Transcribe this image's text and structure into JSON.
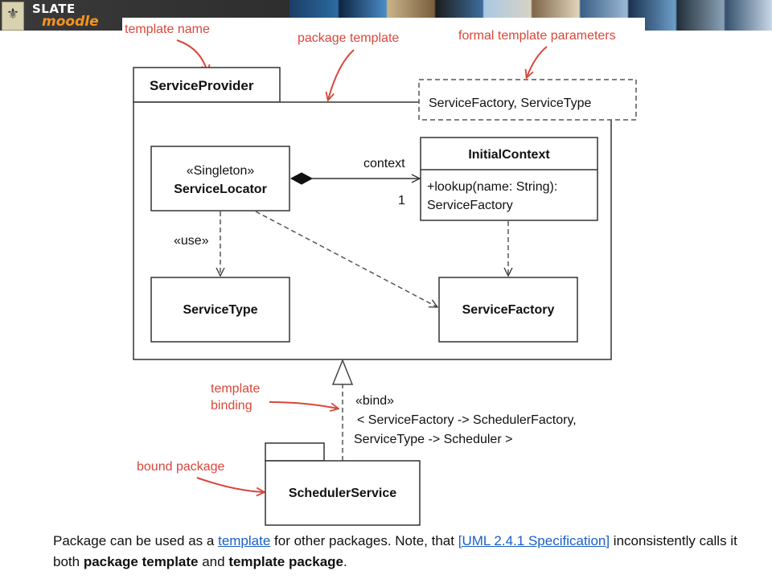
{
  "banner": {
    "logo_top": "SLATE",
    "logo_bottom": "moodle",
    "emblem_icon": "slate-emblem-icon"
  },
  "annotations": {
    "template_name": "template name",
    "package_template": "package template",
    "formal_template_parameters": "formal template parameters",
    "template_binding_line1": "template",
    "template_binding_line2": "binding",
    "bound_package": "bound package"
  },
  "diagram": {
    "package_name": "ServiceProvider",
    "template_parameters": "ServiceFactory, ServiceType",
    "service_locator": {
      "stereotype": "«Singleton»",
      "name": "ServiceLocator"
    },
    "initial_context": {
      "name": "InitialContext",
      "operation_line1": "+lookup(name: String):",
      "operation_line2": "ServiceFactory"
    },
    "service_type": "ServiceType",
    "service_factory": "ServiceFactory",
    "assoc_role": "context",
    "assoc_multiplicity": "1",
    "use_label": "«use»",
    "bind_label": "«bind»",
    "bind_line1": "< ServiceFactory -> SchedulerFactory,",
    "bind_line2": "ServiceType -> Scheduler >",
    "bound_package_name": "SchedulerService"
  },
  "caption": {
    "part1": "Package can be used as a ",
    "link1": "template",
    "part2": " for other packages. Note, that ",
    "link2": "[UML 2.4.1 Specification]",
    "part3": " inconsistently calls it both ",
    "bold1": "package template",
    "part4": " and ",
    "bold2": "template package",
    "part5": "."
  },
  "colors": {
    "annotation": "#d9463a",
    "link": "#1a5fc7",
    "logo_accent": "#f7941d"
  }
}
